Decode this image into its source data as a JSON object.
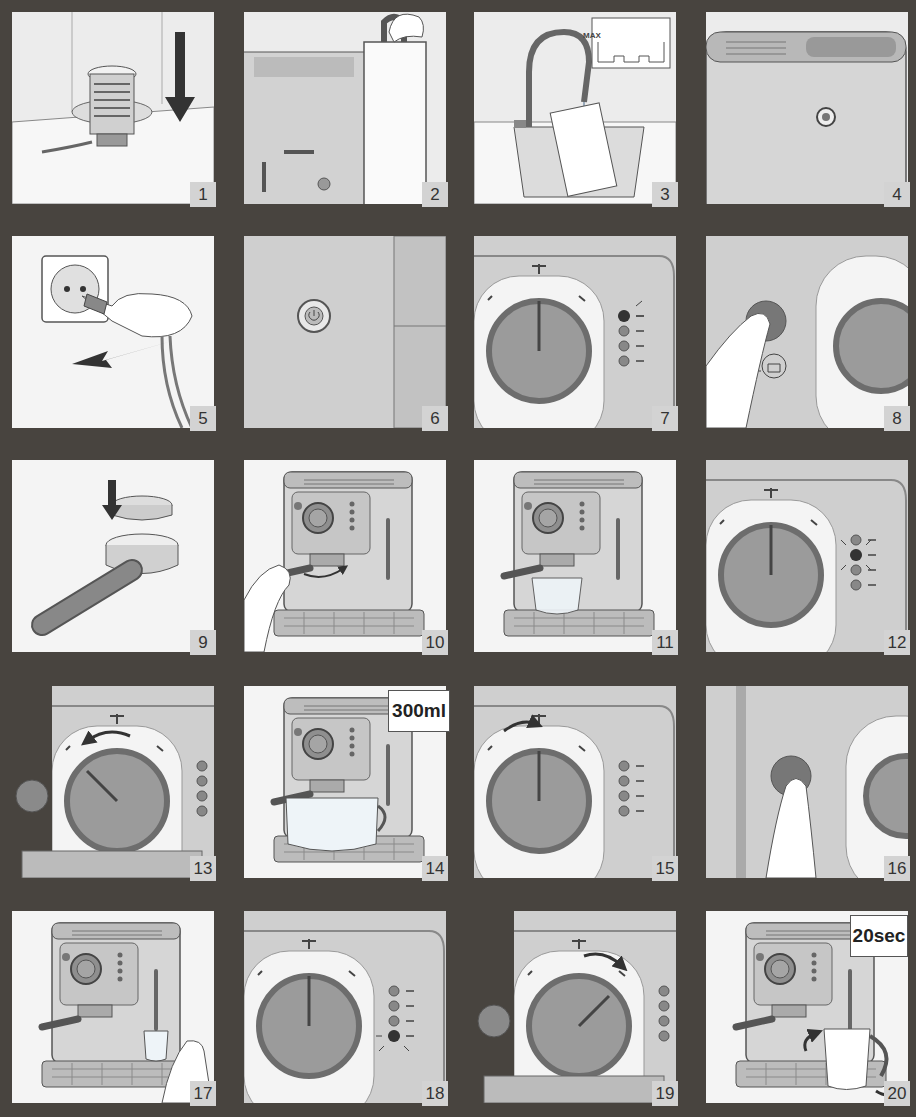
{
  "diagram": {
    "nodes": [
      {
        "text": [
          "300ml"
        ]
      },
      {
        "text": [
          "20sec"
        ]
      }
    ],
    "labels": [
      "1",
      "2",
      "3",
      "4",
      "5",
      "6",
      "7",
      "8",
      "9",
      "10",
      "11",
      "12",
      "13",
      "14",
      "15",
      "16",
      "17",
      "18",
      "19",
      "20",
      "MAX"
    ]
  }
}
